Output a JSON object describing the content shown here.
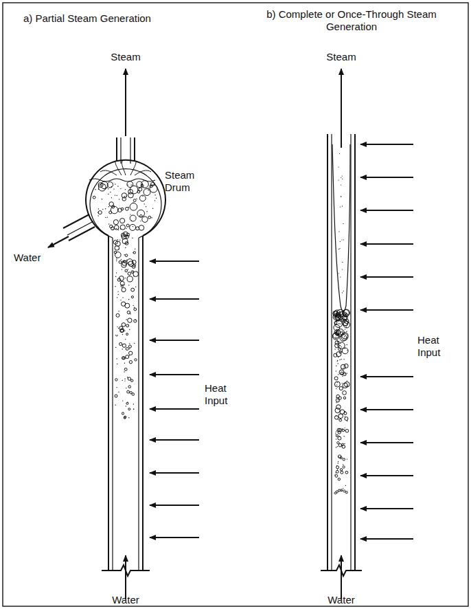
{
  "diagram": {
    "labels": [
      "a) Partial Steam Generation",
      "b) Complete or Once-Through Steam Generation",
      "Steam",
      "Steam Drum",
      "Water",
      "Heat Input",
      "Water",
      "Steam",
      "Heat Input",
      "Water"
    ]
  }
}
